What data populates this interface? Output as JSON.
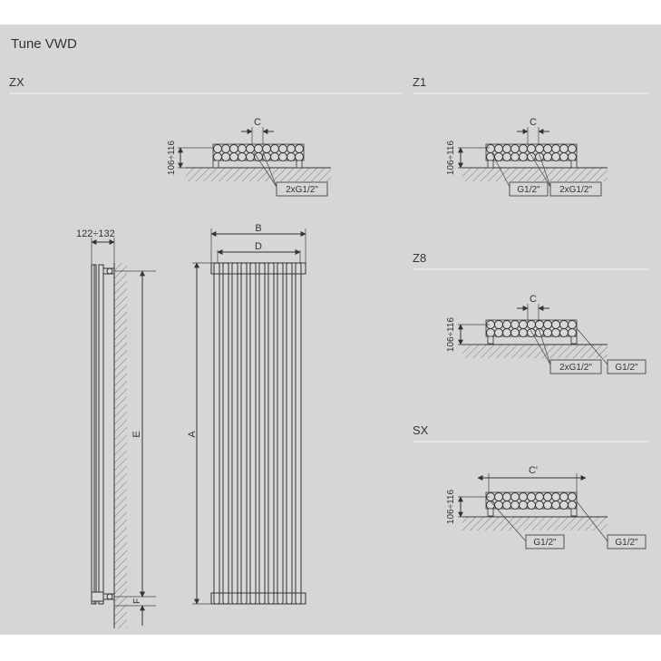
{
  "title": "Tune VWD",
  "sections": {
    "zx": {
      "label": "ZX"
    },
    "z1": {
      "label": "Z1"
    },
    "z8": {
      "label": "Z8"
    },
    "sx": {
      "label": "SX"
    }
  },
  "dimensions": {
    "depth": "122÷132",
    "height_range": "106÷116",
    "a": "A",
    "b": "B",
    "c": "C",
    "c_prime": "C'",
    "d": "D",
    "e": "E",
    "f": "F"
  },
  "connections": {
    "double": "2xG1/2\"",
    "single": "G1/2\""
  }
}
